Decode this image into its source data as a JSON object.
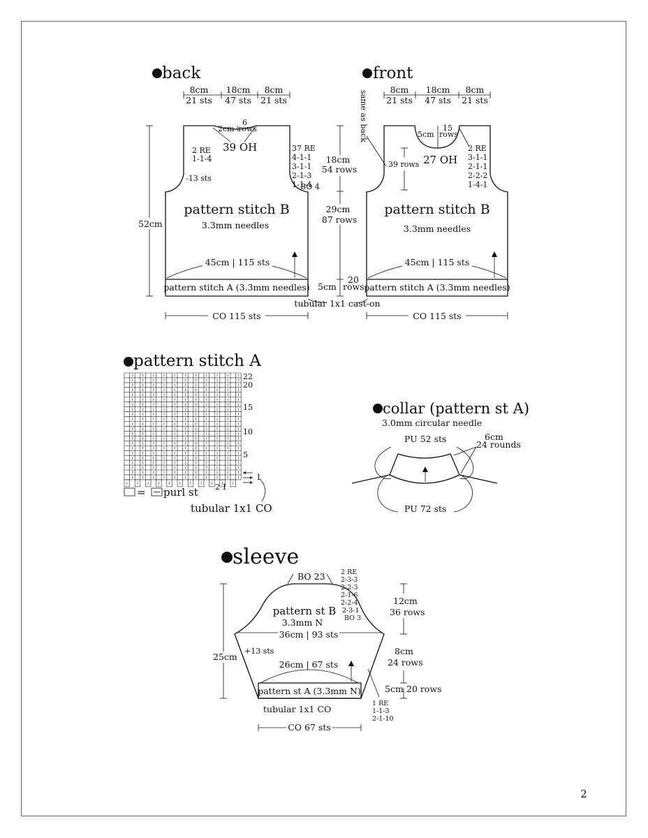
{
  "page_number": "2",
  "back": {
    "title": "back",
    "top_widths": [
      {
        "cm": "8cm",
        "sts": "21 sts"
      },
      {
        "cm": "18cm",
        "sts": "47 sts"
      },
      {
        "cm": "8cm",
        "sts": "21 sts"
      }
    ],
    "neck_depth_cm": "2cm",
    "neck_rows_num": "6",
    "neck_rows_word": "rows",
    "neck_oh": "39 OH",
    "neck_shaping": [
      "2 RE",
      "1-1-4"
    ],
    "armhole_shaping": [
      "37 RE",
      "4-1-1",
      "3-1-1",
      "2-1-3",
      "1-1-4",
      "BO 4"
    ],
    "armhole_decrease": "-13 sts",
    "height": "52cm",
    "pattern": "pattern stitch B",
    "needles": "3.3mm needles",
    "width": "45cm | 115 sts",
    "band": "pattern stitch A (3.3mm needles)",
    "cast_on": "CO 115 sts"
  },
  "middle": {
    "armhole_cm": "18cm",
    "armhole_rows": "54 rows",
    "body_cm": "29cm",
    "body_rows": "87 rows",
    "band_cm": "5cm",
    "band_rows_num": "20",
    "band_rows_word": "rows",
    "tubular": "tubular 1x1 cast-on"
  },
  "front": {
    "title": "front",
    "top_widths": [
      {
        "cm": "8cm",
        "sts": "21 sts"
      },
      {
        "cm": "18cm",
        "sts": "47 sts"
      },
      {
        "cm": "8cm",
        "sts": "21 sts"
      }
    ],
    "same_as_back": "same as back",
    "neck_depth_cm": "5cm",
    "neck_rows_num": "15",
    "neck_rows_word": "rows",
    "neck_oh": "27 OH",
    "side_rows": "39 rows",
    "armhole_shaping": [
      "2 RE",
      "3-1-1",
      "2-1-1",
      "2-2-2",
      "1-4-1"
    ],
    "pattern": "pattern stitch B",
    "needles": "3.3mm needles",
    "width": "45cm | 115 sts",
    "band": "pattern stitch A (3.3mm needles)",
    "cast_on": "CO 115 sts"
  },
  "pattern_a": {
    "title": "pattern stitch A",
    "row_labels": [
      "22",
      "20",
      "15",
      "10",
      "5",
      "1"
    ],
    "stitch_labels": [
      "2",
      "1"
    ],
    "legend_eq": "=",
    "legend_text": "purl st",
    "tubular": "tubular 1x1 CO"
  },
  "collar": {
    "title": "collar (pattern st A)",
    "needle": "3.0mm circular needle",
    "pu_top": "PU 52 sts",
    "height_cm": "6cm",
    "rounds": "24 rounds",
    "pu_bottom": "PU 72 sts"
  },
  "sleeve": {
    "title": "sleeve",
    "bo_top": "BO 23",
    "cap_shaping": [
      "2 RE",
      "2-3-3",
      "2-2-3",
      "2-1-6",
      "2-2-4",
      "2-3-1",
      "BO 3"
    ],
    "pattern": "pattern st B",
    "needles": "3.3mm N",
    "cap_width": "36cm | 93 sts",
    "increase": "+13 sts",
    "height": "25cm",
    "cap_cm": "12cm",
    "cap_rows": "36 rows",
    "side_cm": "8cm",
    "side_rows": "24 rows",
    "lower_width": "26cm | 67 sts",
    "cuff_cm": "5cm",
    "cuff_rows": "20 rows",
    "band": "pattern st A (3.3mm N)",
    "tubular": "tubular 1x1 CO",
    "side_shaping": [
      "1 RE",
      "1-1-3",
      "2-1-10"
    ],
    "cast_on": "CO 67 sts"
  }
}
